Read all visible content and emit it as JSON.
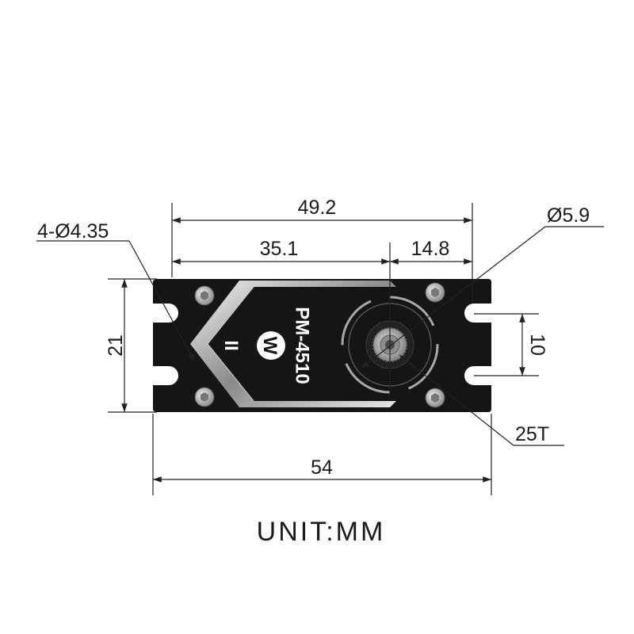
{
  "drawing": {
    "dimensions": {
      "overall_width": "49.2",
      "left_to_shaft": "35.1",
      "shaft_to_edge": "14.8",
      "hole_callout": "4-Ø4.35",
      "shaft_diameter": "Ø5.9",
      "height": "21",
      "hole_spacing": "10",
      "spline": "25T",
      "body_length": "54"
    },
    "product": {
      "model": "PM-4510",
      "logo_letter": "W",
      "mark": "II"
    },
    "unit_label": "UNIT:MM"
  }
}
